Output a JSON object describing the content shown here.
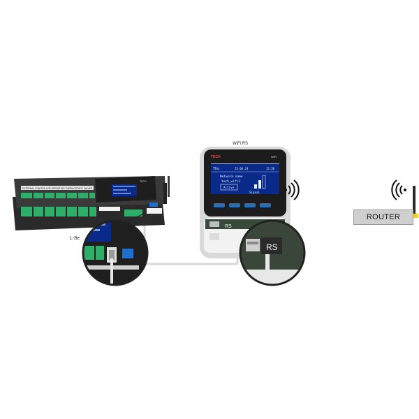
{
  "diagram": {
    "controller": {
      "name": "L-8e",
      "panel_header": "EXTERNAL CONTROLLER OPERATING THERMOSTATIC VALVES",
      "brand": "TECH"
    },
    "wifi_module": {
      "name": "WiFi RS",
      "brand": "TECH",
      "brand_badge": "WiFi",
      "screen": {
        "day": "Thu",
        "date": "25.06.24",
        "time": "12:36",
        "network_label": "Network name",
        "network_value": "tech_wifi2",
        "status": "Active",
        "signal_label": "Signal"
      },
      "port_label": "RS"
    },
    "router": {
      "label": "ROUTER"
    },
    "colors": {
      "lcd_blue": "#0a2a8a",
      "terminal_green": "#2fae6a",
      "device_dark": "#2b2b2b",
      "antenna_yellow": "#f2d12a",
      "router_gray": "#cfcfcf",
      "cable": "#d9d9d9"
    },
    "icons": [
      "wifi-signal-icon",
      "wifi-signal-icon",
      "antenna-icon",
      "antenna-icon"
    ]
  }
}
